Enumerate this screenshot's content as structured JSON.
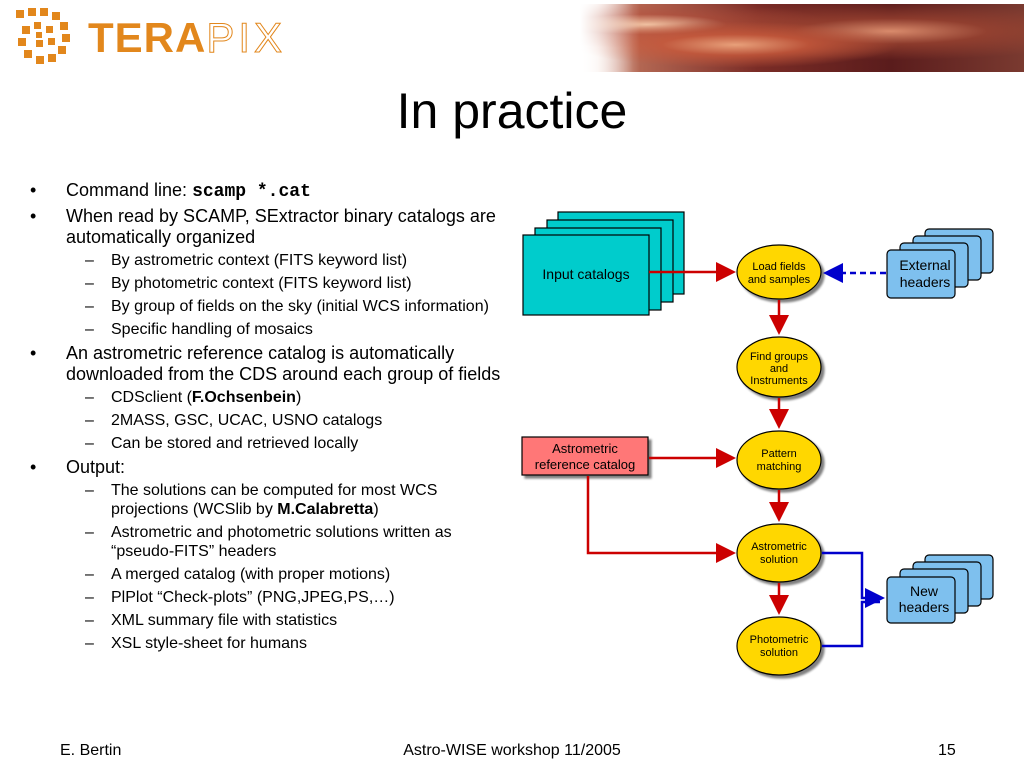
{
  "header": {
    "logo_tera": "TERA",
    "logo_pix": "PIX"
  },
  "title": "In practice",
  "bullets": {
    "b1_prefix": "Command line: ",
    "b1_code": "scamp *.cat",
    "b2": "When read by SCAMP, SExtractor binary catalogs are automatically organized",
    "b2_sub": [
      "By astrometric context (FITS keyword list)",
      "By photometric context (FITS keyword list)",
      "By group of fields on the sky (initial WCS information)",
      "Specific handling of mosaics"
    ],
    "b3": "An astrometric reference catalog is automatically downloaded from the CDS around each group of fields",
    "b3_sub1_prefix": "CDSclient (",
    "b3_sub1_bold": "F.Ochsenbein",
    "b3_sub1_suffix": ")",
    "b3_sub2": "2MASS, GSC, UCAC, USNO catalogs",
    "b3_sub3": "Can be stored and retrieved locally",
    "b4": "Output:",
    "b4_sub1_prefix": "The solutions can be computed for most WCS projections (WCSlib by ",
    "b4_sub1_bold": "M.Calabretta",
    "b4_sub1_suffix": ")",
    "b4_sub_rest": [
      "Astrometric and photometric solutions written as “pseudo-FITS” headers",
      "A merged catalog (with proper motions)",
      "PlPlot “Check-plots” (PNG,JPEG,PS,…)",
      "XML summary file with statistics",
      "XSL style-sheet for humans"
    ]
  },
  "diagram": {
    "input_catalogs": "Input catalogs",
    "astro_ref_line1": "Astrometric",
    "astro_ref_line2": "reference catalog",
    "load_line1": "Load fields",
    "load_line2": "and samples",
    "find_line1": "Find groups",
    "find_line2": "and",
    "find_line3": "Instruments",
    "pattern_line1": "Pattern",
    "pattern_line2": "matching",
    "astrosol_line1": "Astrometric",
    "astrosol_line2": "solution",
    "photosol_line1": "Photometric",
    "photosol_line2": "solution",
    "external_line1": "External",
    "external_line2": "headers",
    "new_line1": "New",
    "new_line2": "headers",
    "colors": {
      "cyan": "#00cccc",
      "yellow": "#ffd700",
      "red_box": "#ff7777",
      "blue_box": "#7ec0ee",
      "red_arrow": "#cc0000",
      "blue_arrow": "#0000cc"
    }
  },
  "footer": {
    "author": "E. Bertin",
    "event": "Astro-WISE workshop 11/2005",
    "page": "15"
  }
}
